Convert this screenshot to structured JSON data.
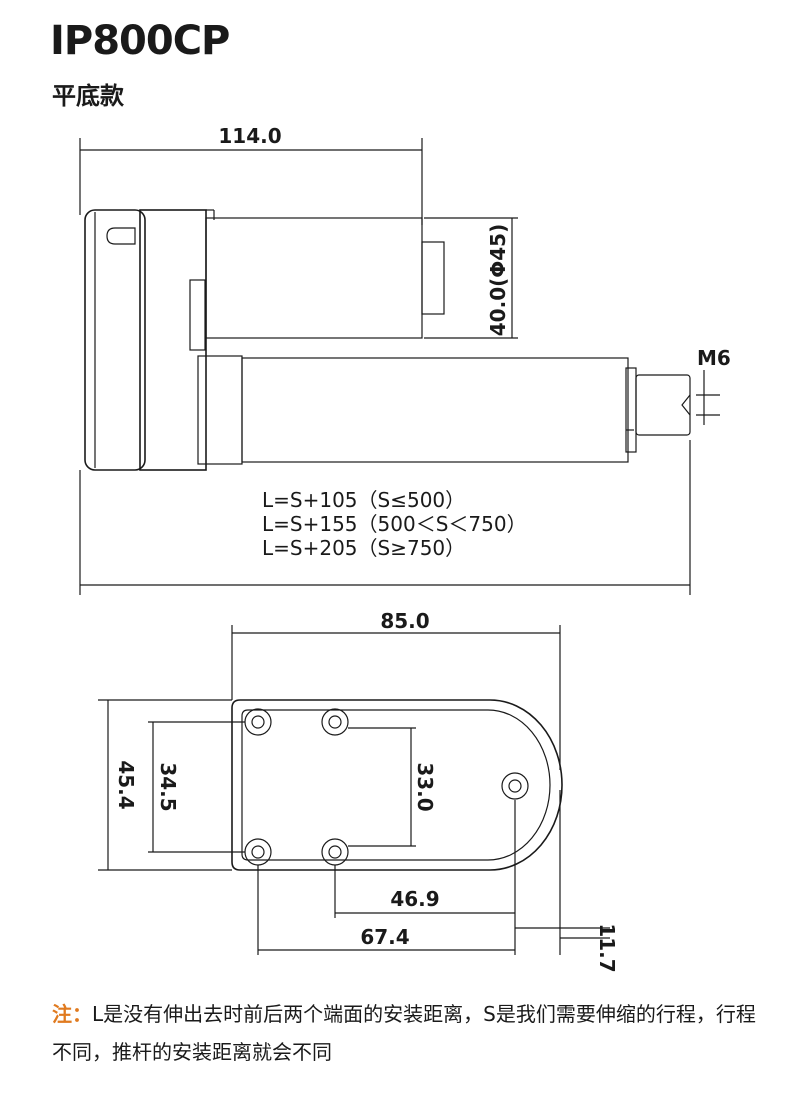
{
  "header": {
    "title": "IP800CP",
    "subtitle": "平底款"
  },
  "side_view": {
    "dim_length": "114.0",
    "dim_motor_height": "40.0(Φ45)",
    "thread": "M6",
    "formulas": [
      "L=S+105（S≤500）",
      "L=S+155（500＜S＜750）",
      "L=S+205（S≥750）"
    ]
  },
  "bottom_view": {
    "dim_width": "85.0",
    "dim_height": "45.4",
    "dim_hole_vertical_left": "34.5",
    "dim_hole_vertical_right": "33.0",
    "dim_hole_spacing_1": "46.9",
    "dim_hole_spacing_2": "67.4",
    "dim_offset": "11.7"
  },
  "note": {
    "label": "注：",
    "text": "L是没有伸出去时前后两个端面的安装距离，S是我们需要伸缩的行程，行程不同，推杆的安装距离就会不同"
  },
  "colors": {
    "line": "#1a1a1a",
    "note_label": "#e07a1f"
  }
}
